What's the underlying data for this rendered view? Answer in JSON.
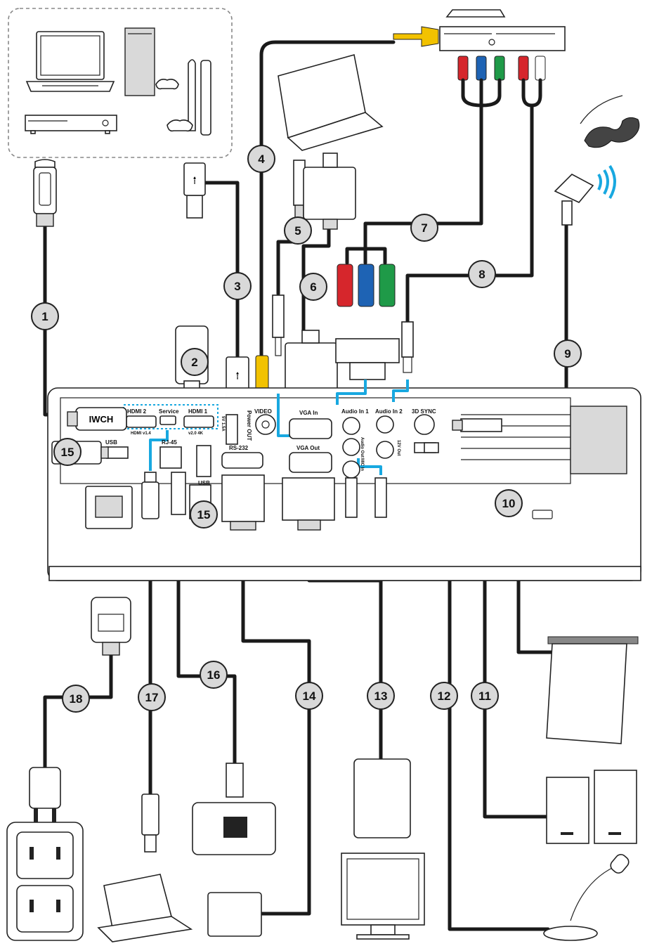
{
  "ports": {
    "hdmi2": "HDMI 2",
    "hdmi2_sub": "HDMI v1.4",
    "service": "Service",
    "hdmi1": "HDMI 1",
    "hdmi1_sub": "v2.0 4K",
    "power_out": "Power OUT",
    "usb_power_sub": "5V 1.5A",
    "video": "VIDEO",
    "vga_in": "VGA In",
    "audio_in1": "Audio In 1",
    "audio_in2": "Audio In 2",
    "sync_3d": "3D SYNC",
    "usb_left": "USB",
    "rj45": "RJ-45",
    "usb_bottom": "USB",
    "rs232": "RS-232",
    "vga_out": "VGA Out",
    "audio_out": "Audio Out",
    "mic_in": "MIC In",
    "v12_out": "12V Out"
  },
  "callouts": [
    "1",
    "2",
    "3",
    "4",
    "5",
    "6",
    "7",
    "8",
    "9",
    "10",
    "11",
    "12",
    "13",
    "14",
    "15",
    "15",
    "16",
    "17",
    "18"
  ],
  "colors": {
    "cable": "#1a1a1a",
    "blue_link": "#18a8e0",
    "rca_red": "#d6262c",
    "rca_green": "#1f9a48",
    "rca_blue": "#1e63b4",
    "rca_yellow": "#f2c200",
    "rca_white": "#ffffff"
  },
  "icons": [
    "hdmi-plug-icon",
    "usb-plug-icon",
    "vga-plug-icon",
    "rca-plug-icon",
    "audio-jack-icon",
    "rj45-plug-icon",
    "power-plug-icon",
    "wall-outlet-icon",
    "laptop-icon",
    "game-console-icon",
    "dvd-player-icon",
    "3d-glasses-icon",
    "monitor-icon",
    "speakers-icon",
    "microphone-icon",
    "projection-screen-icon"
  ]
}
